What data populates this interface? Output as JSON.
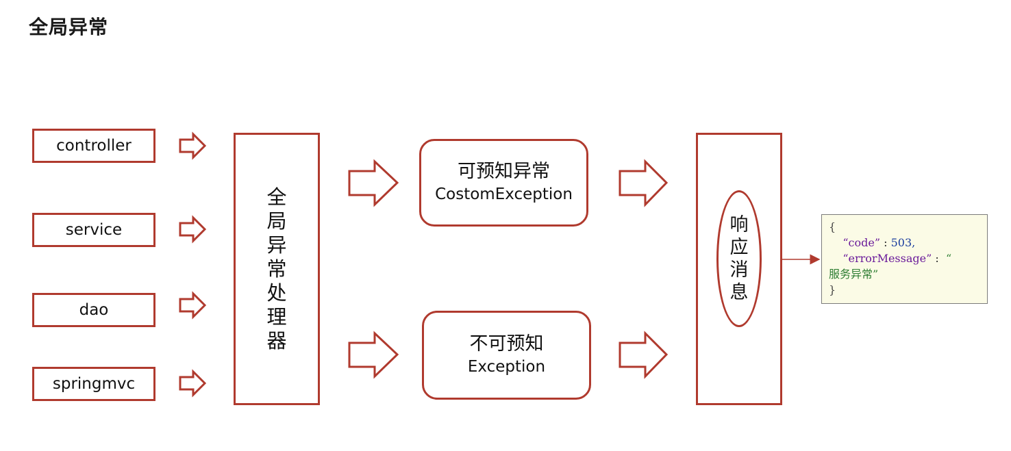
{
  "title": "全局异常",
  "layers": [
    {
      "label": "controller"
    },
    {
      "label": "service"
    },
    {
      "label": "dao"
    },
    {
      "label": "springmvc"
    }
  ],
  "handler": {
    "chars": [
      "全",
      "局",
      "异",
      "常",
      "处",
      "理",
      "器"
    ]
  },
  "expected": {
    "cn": "可预知异常",
    "en": "CostomException"
  },
  "unexpected": {
    "cn": "不可预知",
    "en": "Exception"
  },
  "response": {
    "chars": [
      "响",
      "应",
      "消",
      "息"
    ]
  },
  "json_sample": {
    "open": "{",
    "code_key": "“code”",
    "code_sep": ":",
    "code_value": "503,",
    "msg_key": "“errorMessage”",
    "msg_sep": ":",
    "msg_open_quote": "“",
    "msg_value": "服务异常”",
    "close": "}"
  },
  "colors": {
    "accent": "#b03a2e",
    "json_bg": "#fbfbe6"
  }
}
